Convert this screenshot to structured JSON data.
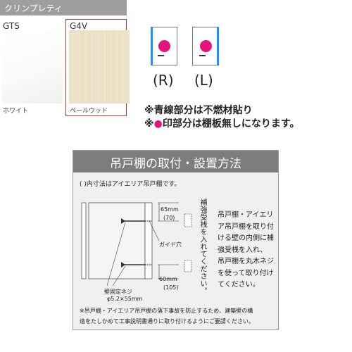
{
  "series": {
    "title": "クリンプレティ"
  },
  "swatches": [
    {
      "code": "GTS",
      "name": "ホワイト",
      "color": "#ffffff"
    },
    {
      "code": "G4V",
      "name": "ペールウッド",
      "color": "#ece3ca"
    }
  ],
  "orientation": {
    "right_label": "(R)",
    "left_label": "(L)"
  },
  "notes": {
    "line1": "※青線部分は不燃材貼り",
    "line2_prefix": "※",
    "line2_mark": "●",
    "line2_text": "印部分は棚板無しになります。"
  },
  "install": {
    "title": "吊戸棚の取付・設置方法",
    "subtitle": "(    )内寸法はアイエリア吊戸棚です。",
    "vertical_note": "補強受桟を入れてください。",
    "dim_top": "65mm",
    "dim_top_sub": "(70)",
    "dim_bottom": "60mm",
    "dim_bottom_sub": "(105)",
    "guide_label": "ガイド穴",
    "screw_label": "壁固定ネジ",
    "screw_size": "φ5.2×55mm",
    "body": "吊戸棚・アイエリア吊戸棚を取り付ける壁の内側に補強受桟を入れ、吊戸棚を丸木ネジを使って取り付けてください。",
    "footer_line1": "※吊戸棚・アイエリア吊戸棚の落下事故を防止するため、建築壁の構",
    "footer_line2": "造をたしかめて工事説明書通りに取り付けるようにご要請ください。"
  },
  "colors": {
    "accent_blue": "#1e90ff",
    "accent_pink": "#e6127d",
    "panel_header": "#7d7d7d",
    "highlight_frame": "#c0392b"
  }
}
